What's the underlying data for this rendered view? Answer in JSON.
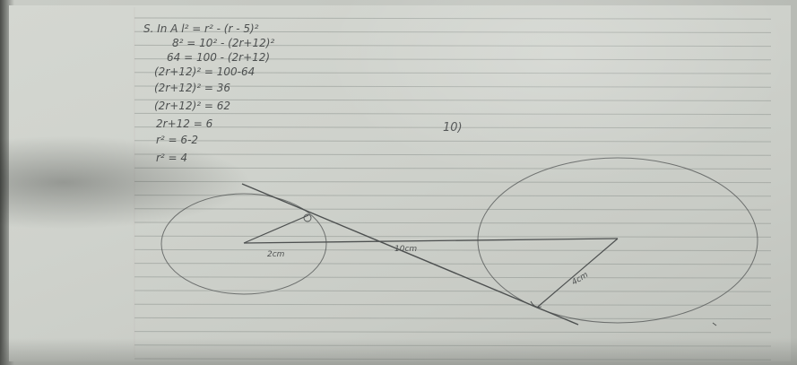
{
  "photo": {
    "subject": "Lined notebook page with handwritten circle-tangent geometry working",
    "working_lines": [
      "S. In A l² = r² - (r - 5)²",
      "8² = 10² - (2r+12)²",
      "64 = 100 - (2r+12)",
      "(2r+12)² = 100-64",
      "(2r+12)² = 36",
      "(2r+12)² = 62",
      "2r+12 = 6",
      "r² = 6-2",
      "r² = 4"
    ],
    "question_number": "10)",
    "labels": {
      "left_segment": "2cm",
      "middle_segment": "10cm",
      "right_radius": "4cm"
    },
    "colors": {
      "paper": "#cfd2cc",
      "rule_line": "#8f9590",
      "pencil": "#4d5050"
    }
  }
}
